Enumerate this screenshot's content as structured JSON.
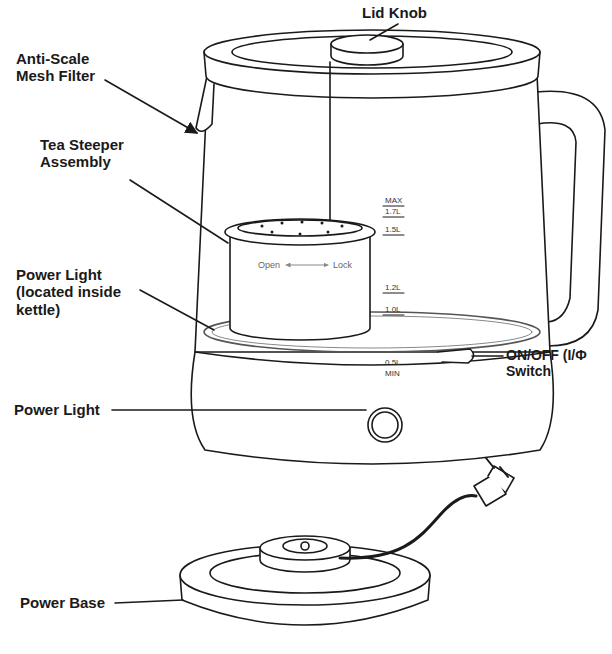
{
  "diagram": {
    "labels": [
      "Lid Knob",
      "Anti-Scale Mesh Filter",
      "Tea Steeper Assembly",
      "MAX",
      "1.7L",
      "1.5L",
      "Open",
      "Lock",
      "1.2L",
      "1.0L",
      "Power Light (located inside kettle)",
      "ON/OFF (I/Φ Switch",
      "0.5L",
      "MIN",
      "Power Light",
      "Power Base"
    ]
  }
}
